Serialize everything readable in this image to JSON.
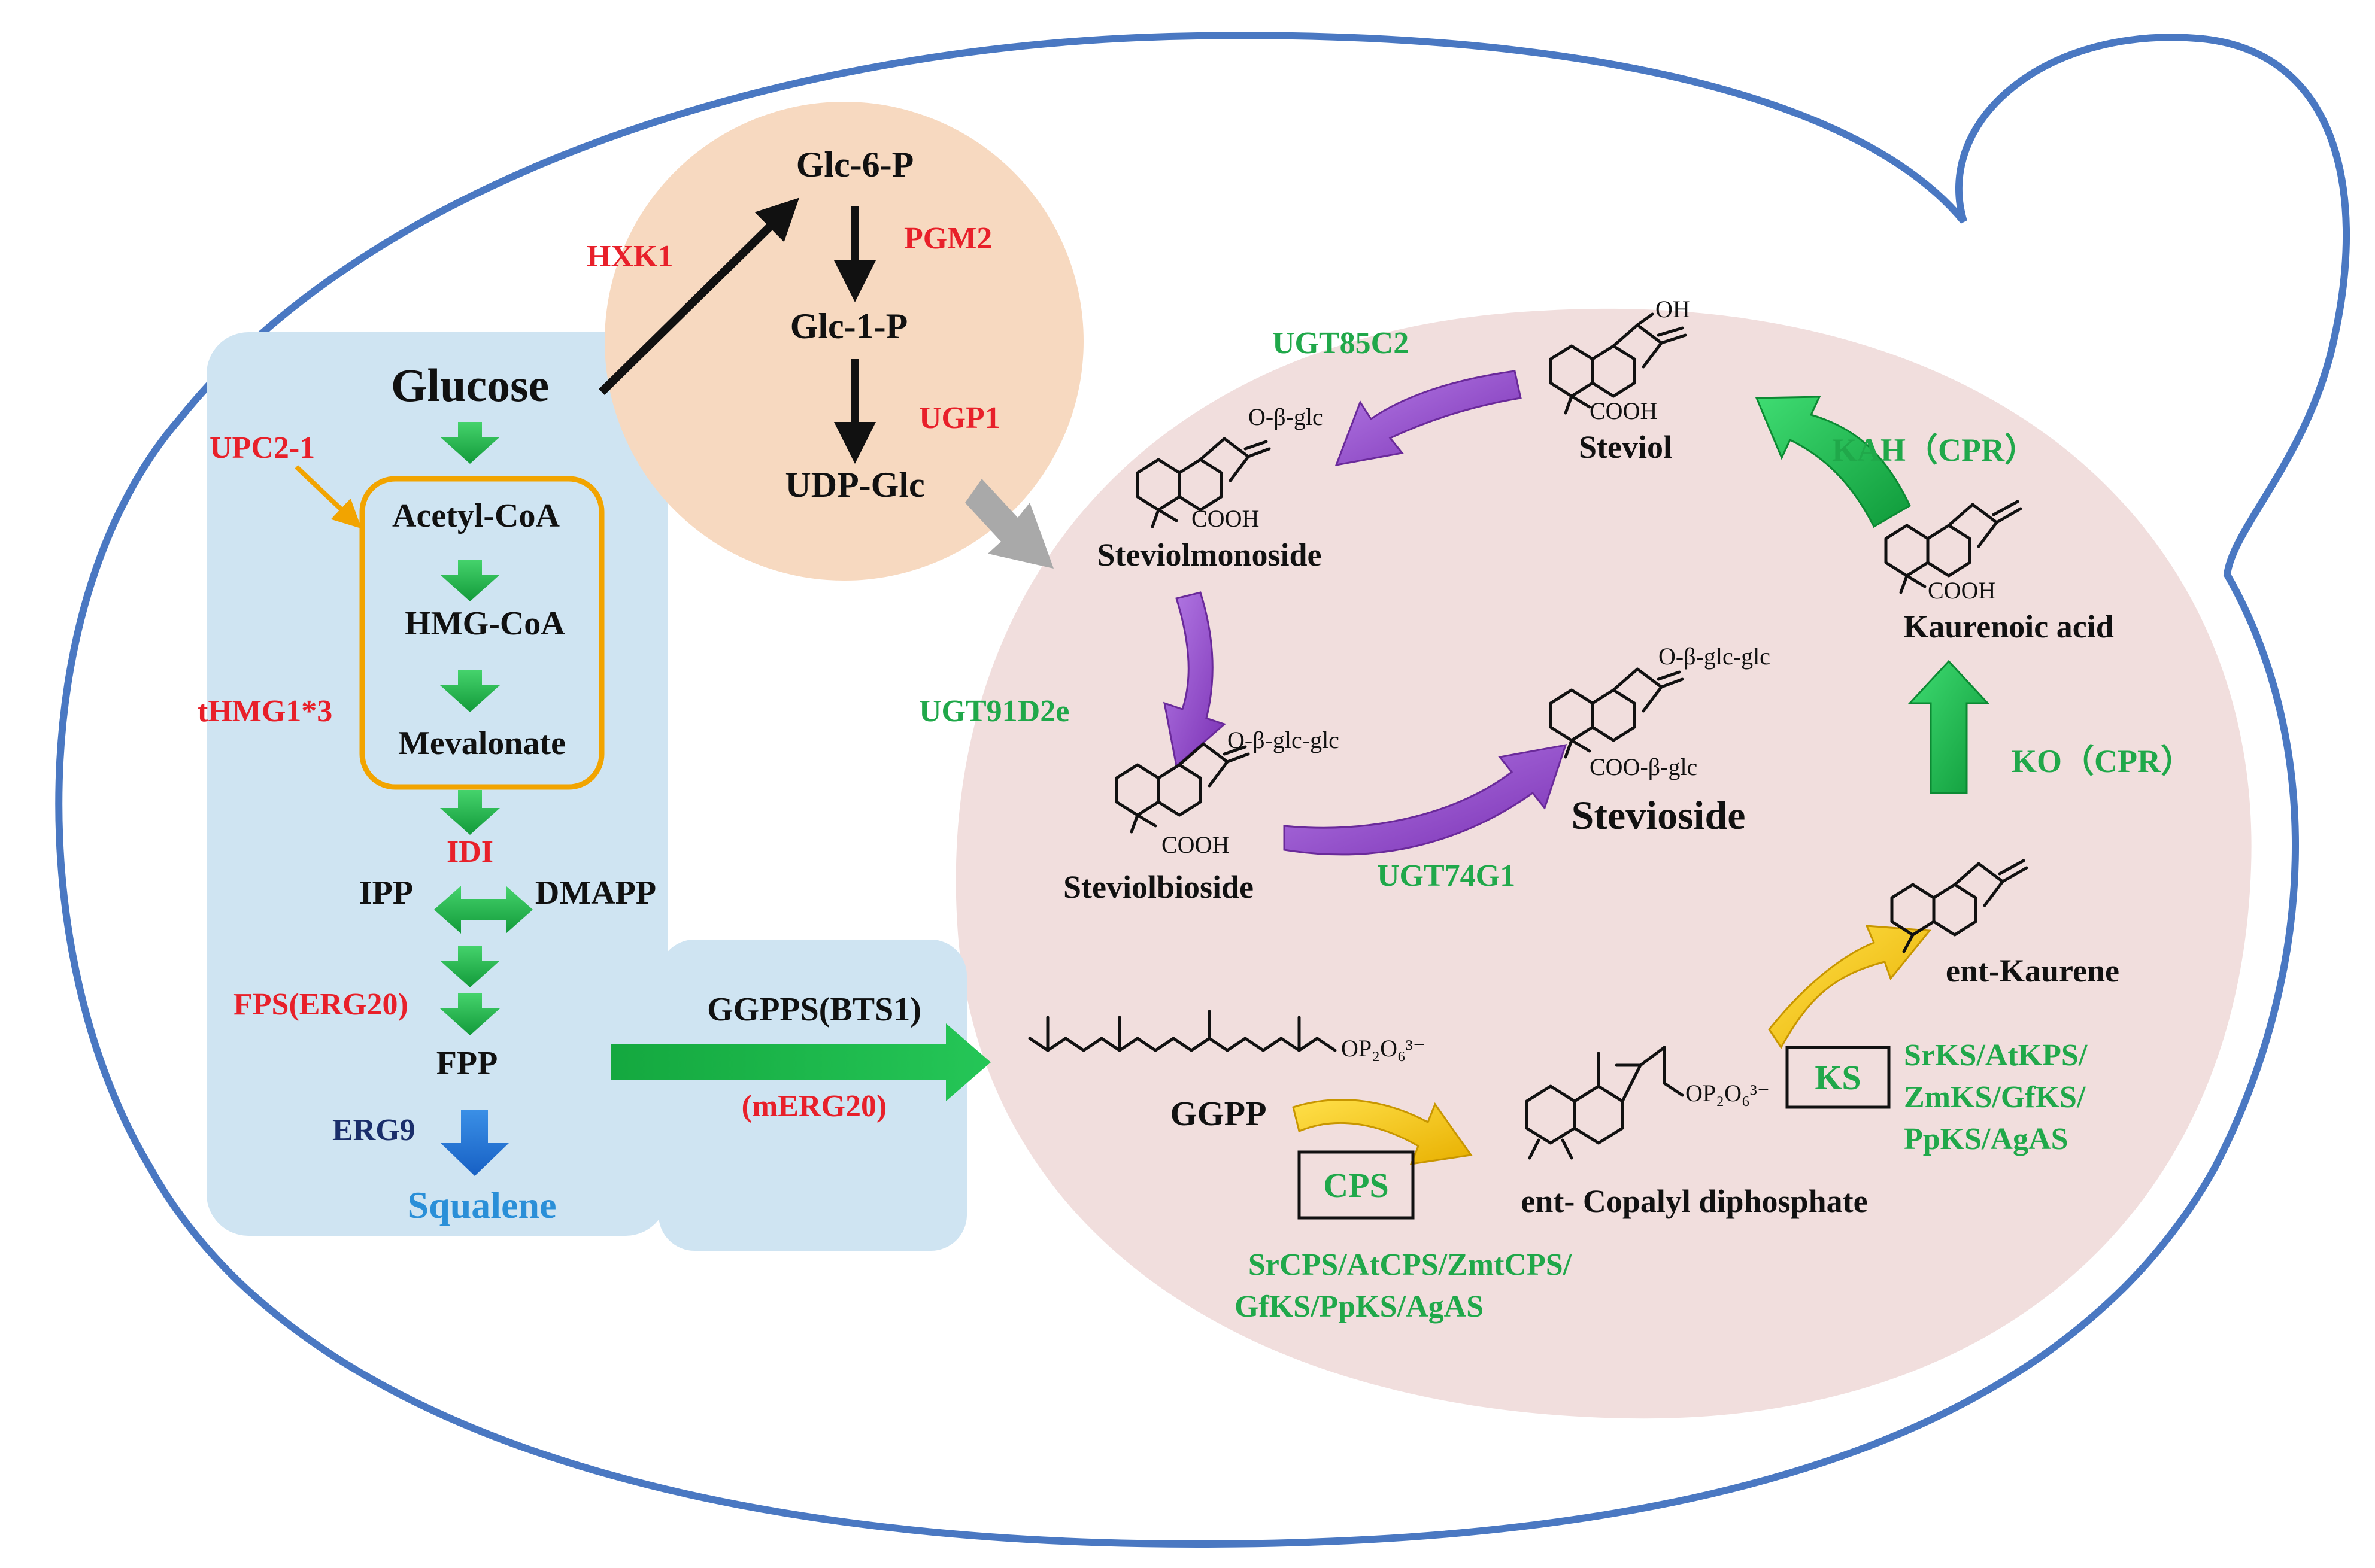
{
  "colors": {
    "cell_border": "#4a78c2",
    "mva_box": "#cfe4f2",
    "glucose_circle": "#f7d9c0",
    "steviol_region": "#f1dedd",
    "green_arrow": "#1db34a",
    "purple_arrow": "#8b3fc0",
    "yellow_arrow": "#f5c400",
    "orange_outline": "#f2a400",
    "red_label": "#e8202a",
    "green_label": "#20a84a",
    "blue_label": "#2a8fd8",
    "navy_label": "#1a2e6b"
  },
  "upper": {
    "glc6p": "Glc-6-P",
    "glc1p": "Glc-1-P",
    "udpglc": "UDP-Glc",
    "hxk1": "HXK1",
    "pgm2": "PGM2",
    "ugp1": "UGP1"
  },
  "mva": {
    "glucose": "Glucose",
    "upc2": "UPC2-1",
    "acetylcoa": "Acetyl-CoA",
    "hmgcoa": "HMG-CoA",
    "thmg1": "tHMG1*3",
    "mevalonate": "Mevalonate",
    "idi": "IDI",
    "ipp": "IPP",
    "dmapp": "DMAPP",
    "fps": "FPS(ERG20)",
    "fpp": "FPP",
    "erg9": "ERG9",
    "squalene": "Squalene"
  },
  "ggpps": {
    "label": "GGPPS(BTS1)",
    "merg20": "(mERG20)"
  },
  "pathway": {
    "ggpp": "GGPP",
    "ggpp_phos": "OP₂O₆³⁻",
    "cps": "CPS",
    "cps_genes_1": "SrCPS/AtCPS/ZmtCPS/",
    "cps_genes_2": "GfKS/PpKS/AgAS",
    "cpp": "ent- Copalyl diphosphate",
    "cpp_phos": "OP₂O₆³⁻",
    "ks": "KS",
    "ks_genes_1": "SrKS/AtKPS/",
    "ks_genes_2": "ZmKS/GfKS/",
    "ks_genes_3": "PpKS/AgAS",
    "kaurene": "ent-Kaurene",
    "ko": "KO（CPR）",
    "kaurenoic": "Kaurenoic acid",
    "kaurenoic_cooh": "COOH",
    "kah": "KAH（CPR）",
    "steviol": "Steviol",
    "steviol_oh": "OH",
    "steviol_cooh": "COOH",
    "ugt85c2": "UGT85C2",
    "mono": "Steviolmonoside",
    "mono_sub": "O-β-glc",
    "mono_cooh": "COOH",
    "ugt91d2e": "UGT91D2e",
    "bio": "Steviolbioside",
    "bio_sub": "O-β-glc-glc",
    "bio_cooh": "COOH",
    "ugt74g1": "UGT74G1",
    "stevioside": "Stevioside",
    "stevioside_sub": "O-β-glc-glc",
    "stevioside_coo": "COO-β-glc"
  }
}
